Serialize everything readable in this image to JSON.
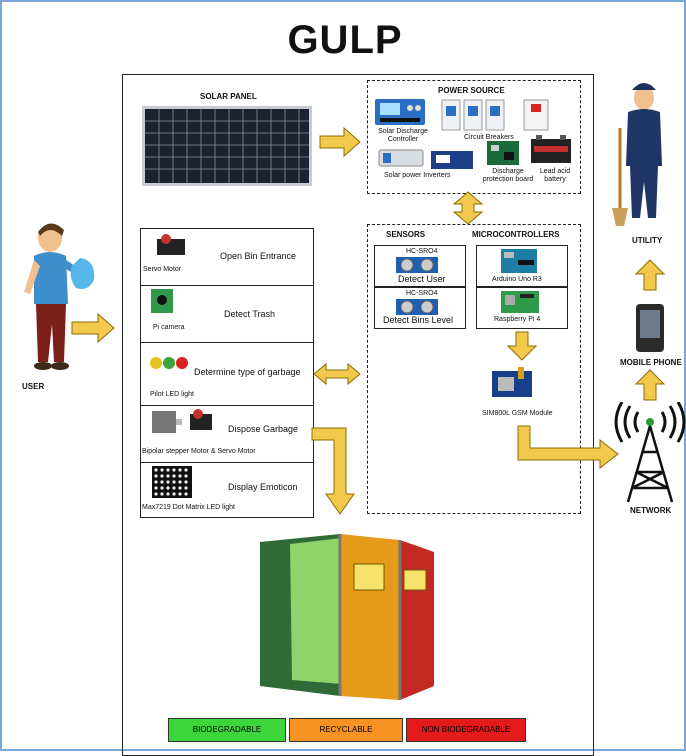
{
  "title": "GULP",
  "labels": {
    "user": "USER",
    "solar_panel": "SOLAR PANEL",
    "power_source": "POWER SOURCE",
    "solar_discharge_controller": "Solar Discharge Controller",
    "circuit_breakers": "Circuit Breakers",
    "solar_power_inverters": "Solar power Inverters",
    "discharge_protection_board": "Discharge protection board",
    "lead_acid_battery": "Lead acid battery",
    "sensors": "SENSORS",
    "microcontrollers": "MICROCONTROLLERS",
    "hc_sr04_a": "HC-SRO4",
    "detect_user": "Detect User",
    "hc_sr04_b": "HC-SRO4",
    "detect_bins_level": "Detect Bins Level",
    "arduino": "Arduino Uno R3",
    "raspberry": "Raspberry Pi 4",
    "gsm": "SIM800L GSM Module",
    "utility": "UTILITY",
    "mobile_phone": "MOBILE PHONE",
    "network": "NETWORK"
  },
  "steps": [
    {
      "title": "Open Bin Entrance",
      "component": "Servo Motor"
    },
    {
      "title": "Detect Trash",
      "component": "Pi camera"
    },
    {
      "title": "Determine type of garbage",
      "component": "Pilot LED light"
    },
    {
      "title": "Dispose Garbage",
      "component": "Bipolar stepper Motor & Servo Motor"
    },
    {
      "title": "Display Emoticon",
      "component": "Max7219 Dot Matrix LED light"
    }
  ],
  "categories": [
    {
      "label": "BIODEGRADABLE",
      "color": "#3dd63a"
    },
    {
      "label": "RECYCLABLE",
      "color": "#f79322"
    },
    {
      "label": "NON BIODEGRADABLE",
      "color": "#e31b1b"
    }
  ],
  "colors": {
    "arrow": "#f2c94c",
    "arrow_stroke": "#8a6d00",
    "frame": "#7aa7d6"
  }
}
